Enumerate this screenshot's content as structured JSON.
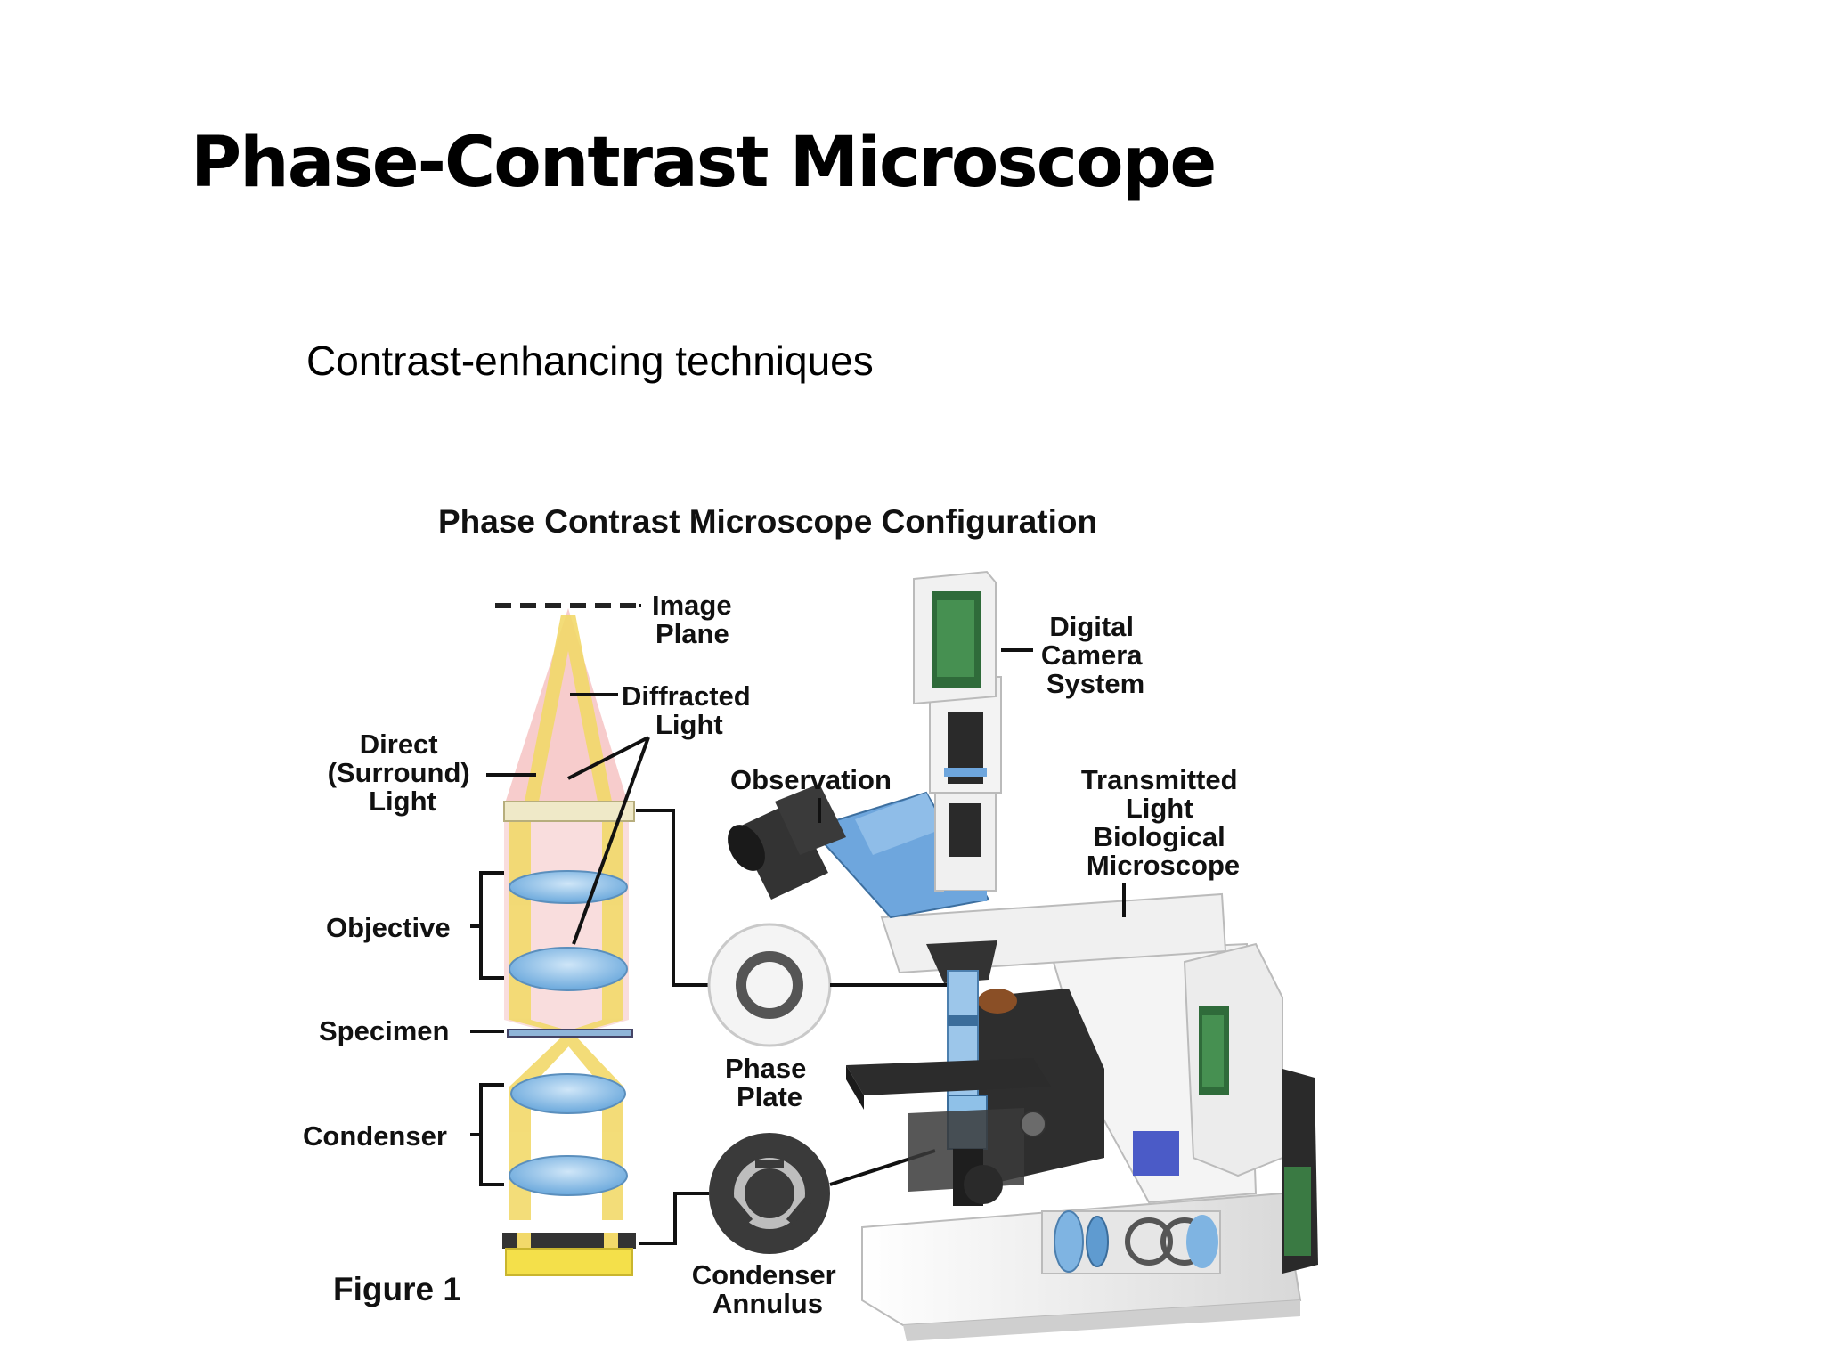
{
  "slide": {
    "title": "Phase-Contrast Microscope",
    "subtitle": "Contrast-enhancing techniques"
  },
  "figure": {
    "title": "Phase Contrast Microscope Configuration",
    "caption": "Figure 1",
    "labels": {
      "image_plane": [
        "Image",
        "Plane"
      ],
      "diffracted_light": [
        "Diffracted",
        "Light"
      ],
      "direct_light": [
        "Direct",
        "(Surround)",
        "Light"
      ],
      "objective": "Objective",
      "specimen": "Specimen",
      "condenser": "Condenser",
      "observation": "Observation",
      "phase_plate": [
        "Phase",
        "Plate"
      ],
      "condenser_annulus": [
        "Condenser",
        "Annulus"
      ],
      "camera": [
        "Digital",
        "Camera",
        "System"
      ],
      "microscope": [
        "Transmitted",
        "Light",
        "Biological",
        "Microscope"
      ]
    }
  },
  "colors": {
    "light_path_yellow": "#f2d96a",
    "direct_light_pink": "#f6c3c3",
    "lens_blue": "#8fc1e8",
    "body_white": "#f1f1f1",
    "body_black": "#2a2a2a"
  }
}
